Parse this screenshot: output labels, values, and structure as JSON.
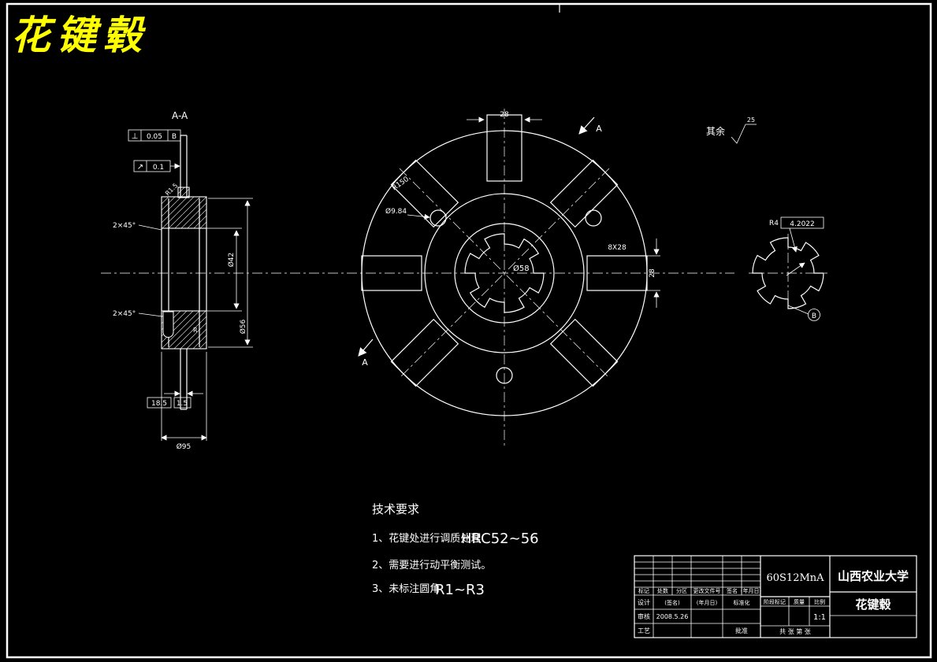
{
  "page": {
    "title": "花键毂"
  },
  "section": {
    "label": "A-A",
    "fcf1": {
      "sym": "⊥",
      "val": "0.05",
      "datum": "B"
    },
    "fcf2": {
      "sym": "↗",
      "val": "0.1"
    },
    "dia_bore": "Ø42",
    "dia_hub": "Ø56",
    "dia_flange": "Ø95",
    "chamfer_top": "2×45°",
    "chamfer_bot": "2×45°",
    "fillet": "R1.5",
    "len_step": "18.5",
    "len_gap": "1.5",
    "r_note": "R"
  },
  "front": {
    "width_top": "28",
    "slot_dim": "8X28",
    "slot_width": "28",
    "spline_dia": "Ø58",
    "hole_dia": "Ø9.84",
    "radius": "R150",
    "cut_label": "A"
  },
  "detail": {
    "fillet": "R4",
    "box_dim": "4.2022",
    "flag": "B"
  },
  "surface": {
    "prefix": "其余",
    "value": "25"
  },
  "tech": {
    "title": "技术要求",
    "i1_zh": "1、花键处进行调质处理",
    "i1_en": "HRC52~56",
    "i2_zh": "2、需要进行动平衡测试。",
    "i3_zh": "3、未标注圆角",
    "i3_en": "R1~R3"
  },
  "tb": {
    "material": "60S12MnA",
    "org": "山西农业大学",
    "part": "花键毂",
    "scale_val": "1:1",
    "date": "2008.5.26",
    "h_mark": "标记",
    "h_count": "处数",
    "h_zone": "分区",
    "h_doc": "更改文件号",
    "h_sign": "签名",
    "h_date": "(年月日)",
    "r_design": "设计",
    "r_sign": "(签名)",
    "r_date": "(年月日)",
    "r_std": "标准化",
    "r_check": "审核",
    "r_proc": "工艺",
    "r_appr": "批准",
    "m_stage": "阶段标记",
    "m_mass": "质量",
    "m_scale": "比例",
    "m_sheet": "共 张 第 张"
  }
}
